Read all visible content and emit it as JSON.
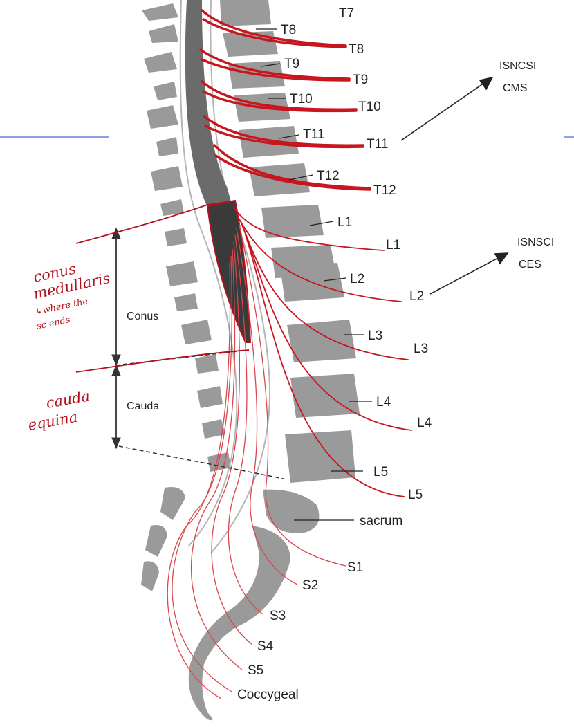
{
  "vertebra_labels": {
    "t7": "T7",
    "t8": "T8",
    "t9": "T9",
    "t10": "T10",
    "t11": "T11",
    "t12": "T12",
    "l1": "L1",
    "l2": "L2",
    "l3": "L3",
    "l4": "L4",
    "l5": "L5",
    "sacrum": "sacrum"
  },
  "nerve_labels": {
    "t8": "T8",
    "t9": "T9",
    "t10": "T10",
    "t11": "T11",
    "t12": "T12",
    "l1": "L1",
    "l2": "L2",
    "l3": "L3",
    "l4": "L4",
    "l5": "L5",
    "s1": "S1",
    "s2": "S2",
    "s3": "S3",
    "s4": "S4",
    "s5": "S5",
    "coccygeal": "Coccygeal"
  },
  "region_labels": {
    "conus": "Conus",
    "cauda": "Cauda"
  },
  "annotations": {
    "isncsi_cms_line1": "ISNCSI",
    "isncsi_cms_line2": "CMS",
    "isnsci_ces_line1": "ISNSCI",
    "isnsci_ces_line2": "CES"
  },
  "handwritten": {
    "conus_line1": "conus",
    "conus_line2": "medullaris",
    "conus_line3": "↳where the",
    "conus_line4": "sc ends",
    "cauda_line1": "cauda",
    "cauda_line2": "equina"
  },
  "colors": {
    "bone": "#9a9a9a",
    "cord": "#6b6b6b",
    "conus": "#3a3a3a",
    "nerve": "#c8161e",
    "ink": "#b3121b",
    "guide_line": "#4a63d8"
  }
}
